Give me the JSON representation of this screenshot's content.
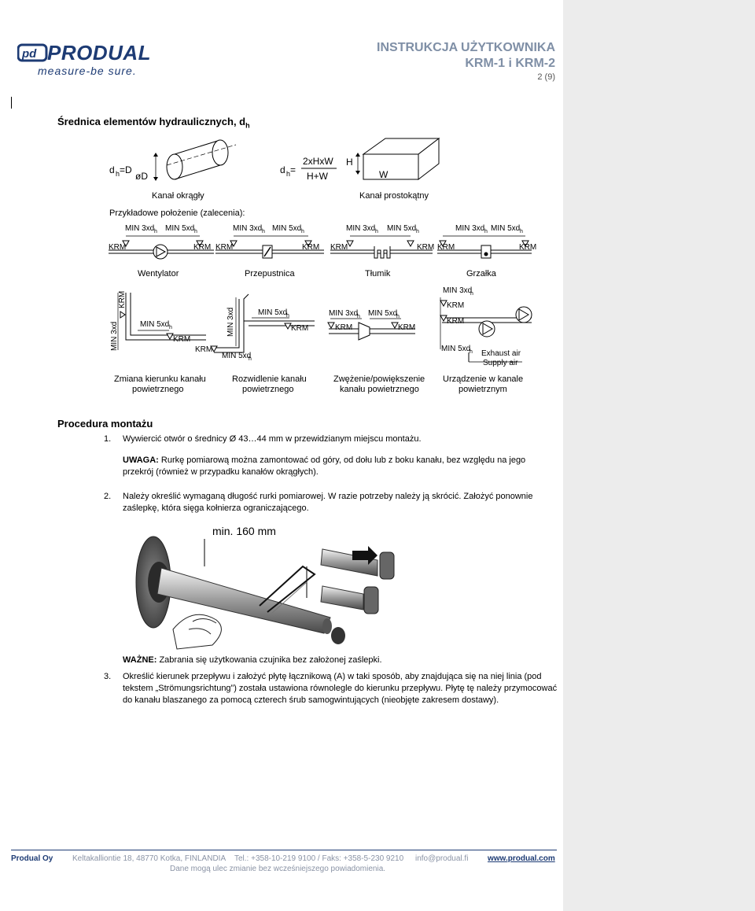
{
  "header": {
    "logo_text": "PRODUAL",
    "logo_tagline": "measure-be sure.",
    "title_line1": "INSTRUKCJA UŻYTKOWNIKA",
    "title_line2": "KRM-1 i KRM-2",
    "page": "2 (9)"
  },
  "section1": {
    "heading": "Średnica elementów hydraulicznych, d",
    "heading_sub": "h",
    "round": {
      "formula_left": "d",
      "formula_sub": "h",
      "formula_right": "=D",
      "diameter": "øD",
      "caption": "Kanał okrągły"
    },
    "rect": {
      "formula_left": "d",
      "formula_sub": "h",
      "formula_eq": "=",
      "numerator": "2xHxW",
      "denominator": "H+W",
      "H": "H",
      "W": "W",
      "caption": "Kanał prostokątny"
    },
    "examples_caption": "Przykładowe położenie (zalecenia):",
    "min3": "MIN 3xd",
    "min5": "MIN 5xd",
    "sub_h": "h",
    "krm": "KRM",
    "row1_labels": [
      "Wentylator",
      "Przepustnica",
      "Tłumik",
      "Grzałka"
    ],
    "row2_captions": [
      [
        "Zmiana kierunku kanału",
        "powietrznego"
      ],
      [
        "Rozwidlenie kanału",
        "powietrznego"
      ],
      [
        "Zwężenie/powiększenie",
        "kanału powietrznego"
      ],
      [
        "Urządzenie w kanale",
        "powietrznym"
      ]
    ],
    "exhaust_air": "Exhaust air",
    "supply_air": "Supply air"
  },
  "section2": {
    "heading": "Procedura montażu",
    "step1_num": "1.",
    "step1": "Wywiercić otwór o średnicy Ø 43…44 mm w przewidzianym miejscu montażu.",
    "warning_label": "UWAGA:",
    "warning_line1": " Rurkę pomiarową można zamontować od góry, od dołu lub z boku kanału, bez względu na jego",
    "warning_line2": "przekrój (również w przypadku kanałów okrągłych).",
    "step2_num": "2.",
    "step2_line1": "Należy określić wymaganą długość rurki pomiarowej. W razie potrzeby należy ją skrócić. Założyć ponownie",
    "step2_line2": "zaślepkę, która sięga kołnierza ograniczającego.",
    "min_length": "min. 160 mm",
    "important_label": "WAŻNE:",
    "important_text": " Zabrania się użytkowania czujnika bez założonej zaślepki.",
    "step3_num": "3.",
    "step3_line1": "Określić kierunek przepływu i założyć płytę łącznikową (A) w taki sposób, aby znajdująca się na niej linia (pod",
    "step3_line2": "tekstem „Strömungsrichtung”) została ustawiona równolegle do kierunku przepływu. Płytę tę należy przymocować",
    "step3_line3": "do kanału blaszanego za pomocą czterech śrub samogwintujących (nieobjęte zakresem dostawy)."
  },
  "footer": {
    "company": "Produal Oy",
    "address": "Keltakalliontie 18, 48770 Kotka, FINLANDIA",
    "phone": "Tel.: +358-10-219 9100 / Faks: +358-5-230 9210",
    "email": "info@produal.fi",
    "website": "www.produal.com",
    "disclaimer": "Dane mogą ulec zmianie bez wcześniejszego powiadomienia."
  }
}
